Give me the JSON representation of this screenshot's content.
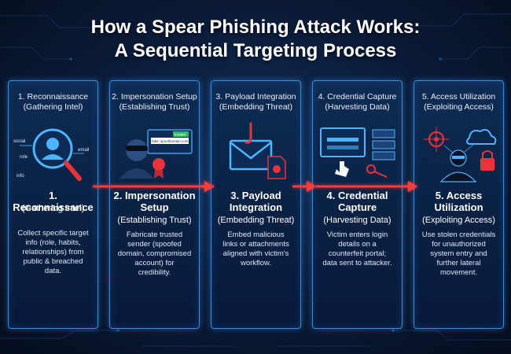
{
  "title": {
    "line1": "How a Spear Phishing Attack Works:",
    "line2": "A Sequential Targeting Process"
  },
  "steps": [
    {
      "header_line1": "1. Reconnaissance",
      "header_line2": "(Gathering Intel)",
      "name_lines": [
        "1. Reconnaissance"
      ],
      "subtitle": "(Gathering Intel)",
      "description_lines": [
        "Collect specific target",
        "info (role, habits,",
        "relationships) from",
        "public & breached",
        "data."
      ],
      "icon": "magnifier-profile-icon",
      "icon_tags": [
        "social",
        "role",
        "email",
        "info"
      ]
    },
    {
      "header_line1": "2. Impersonation Setup",
      "header_line2": "(Establishing Trust)",
      "name_lines": [
        "2. Impersonation",
        "Setup"
      ],
      "subtitle": "(Establishing Trust)",
      "description_lines": [
        "Fabricate trusted",
        "sender (spoofed",
        "domain, compromised",
        "account) for",
        "credibility."
      ],
      "icon": "masked-hacker-icon",
      "icon_tags": [
        "fake: spoofdomain.com",
        "trusted"
      ]
    },
    {
      "header_line1": "3. Payload Integration",
      "header_line2": "(Embedding Threat)",
      "name_lines": [
        "3. Payload",
        "Integration"
      ],
      "subtitle": "(Embedding Threat)",
      "description_lines": [
        "Embed malicious",
        "links or attachments",
        "aligned with victim's",
        "workflow."
      ],
      "icon": "envelope-hook-icon",
      "icon_tags": []
    },
    {
      "header_line1": "4. Credential Capture",
      "header_line2": "(Harvesting Data)",
      "name_lines": [
        "4. Credential",
        "Capture"
      ],
      "subtitle": "(Harvesting Data)",
      "description_lines": [
        "Victim enters login",
        "details on a",
        "counterfeit portal;",
        "data sent to attacker."
      ],
      "icon": "login-portal-icon",
      "icon_tags": []
    },
    {
      "header_line1": "5. Access Utilization",
      "header_line2": "(Exploiting Access)",
      "name_lines": [
        "5. Access",
        "Utilization"
      ],
      "subtitle": "(Exploiting Access)",
      "description_lines": [
        "Use stolen credentials",
        "for unauthorized",
        "system entry and",
        "further lateral",
        "movement."
      ],
      "icon": "network-intrusion-icon",
      "icon_tags": []
    }
  ],
  "colors": {
    "background": "#0a1a36",
    "card_border": "#2f8ee0",
    "card_fill": "#0a2244",
    "arrow": "#ff3b3b",
    "icon_accent": "#4fb4ff",
    "danger": "#e8333a"
  }
}
